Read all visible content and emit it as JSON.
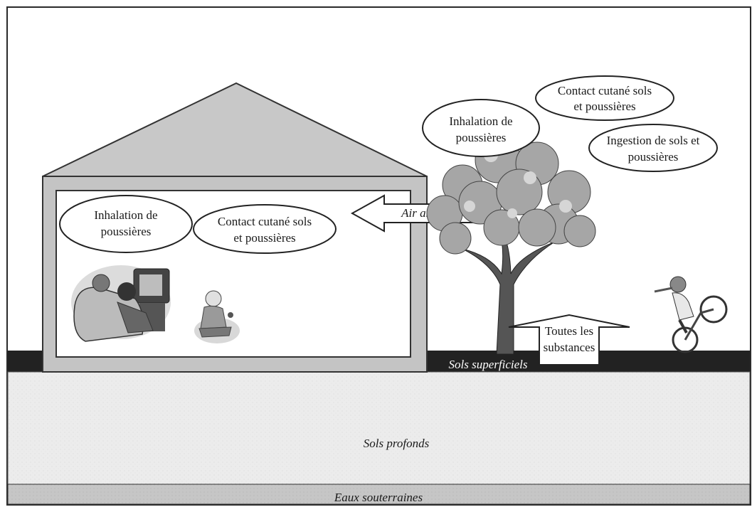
{
  "house": {
    "bubble_inhalation": [
      "Inhalation de",
      "poussières"
    ],
    "bubble_contact": [
      "Contact cutané sols",
      "et poussières"
    ]
  },
  "outdoor": {
    "bubble_inhalation": [
      "Inhalation de",
      "poussières"
    ],
    "bubble_contact": [
      "Contact cutané sols",
      "et poussières"
    ],
    "bubble_ingestion": [
      "Ingestion de sols et",
      "poussières"
    ]
  },
  "arrows": {
    "air_label": "Air ambiant",
    "substances_label": [
      "Toutes les",
      "substances"
    ]
  },
  "layers": {
    "surface": "Sols superficiels",
    "deep": "Sols profonds",
    "groundwater": "Eaux souterraines"
  },
  "colors": {
    "house_wall": "#c4c4c4",
    "roof": "#c8c8c8",
    "surface_soil": "#222222",
    "deep_soil": "#ececec",
    "groundwater": "#c6c6c6",
    "tree_trunk": "#555555",
    "tree_foliage": "#9a9a9a"
  },
  "icons": [
    "family-tv-icon",
    "child-playing-icon",
    "tree-icon",
    "cyclist-icon"
  ]
}
